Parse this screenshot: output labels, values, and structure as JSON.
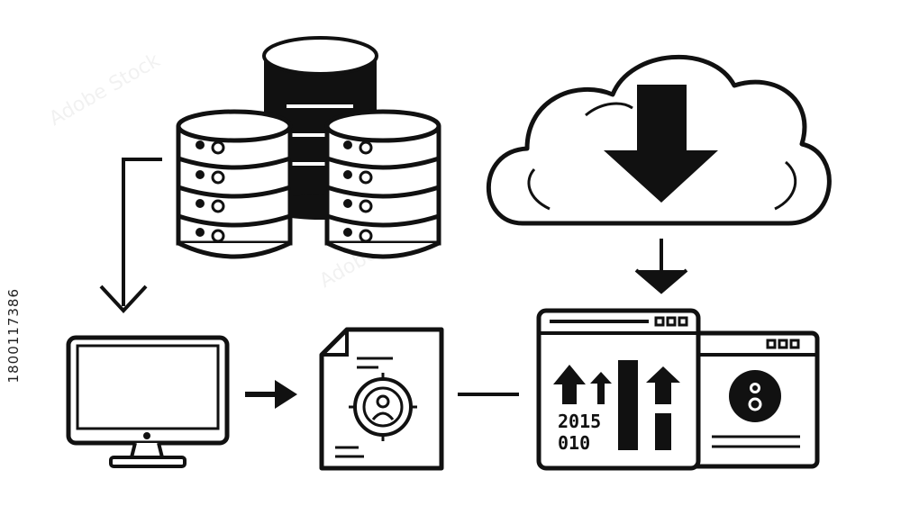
{
  "image": {
    "side_id": "1800117386",
    "stock_watermark": "Adobe Stock"
  },
  "chart_icon": {
    "line1": "2015",
    "line2": "010"
  },
  "colors": {
    "ink": "#111111",
    "background": "#ffffff"
  }
}
